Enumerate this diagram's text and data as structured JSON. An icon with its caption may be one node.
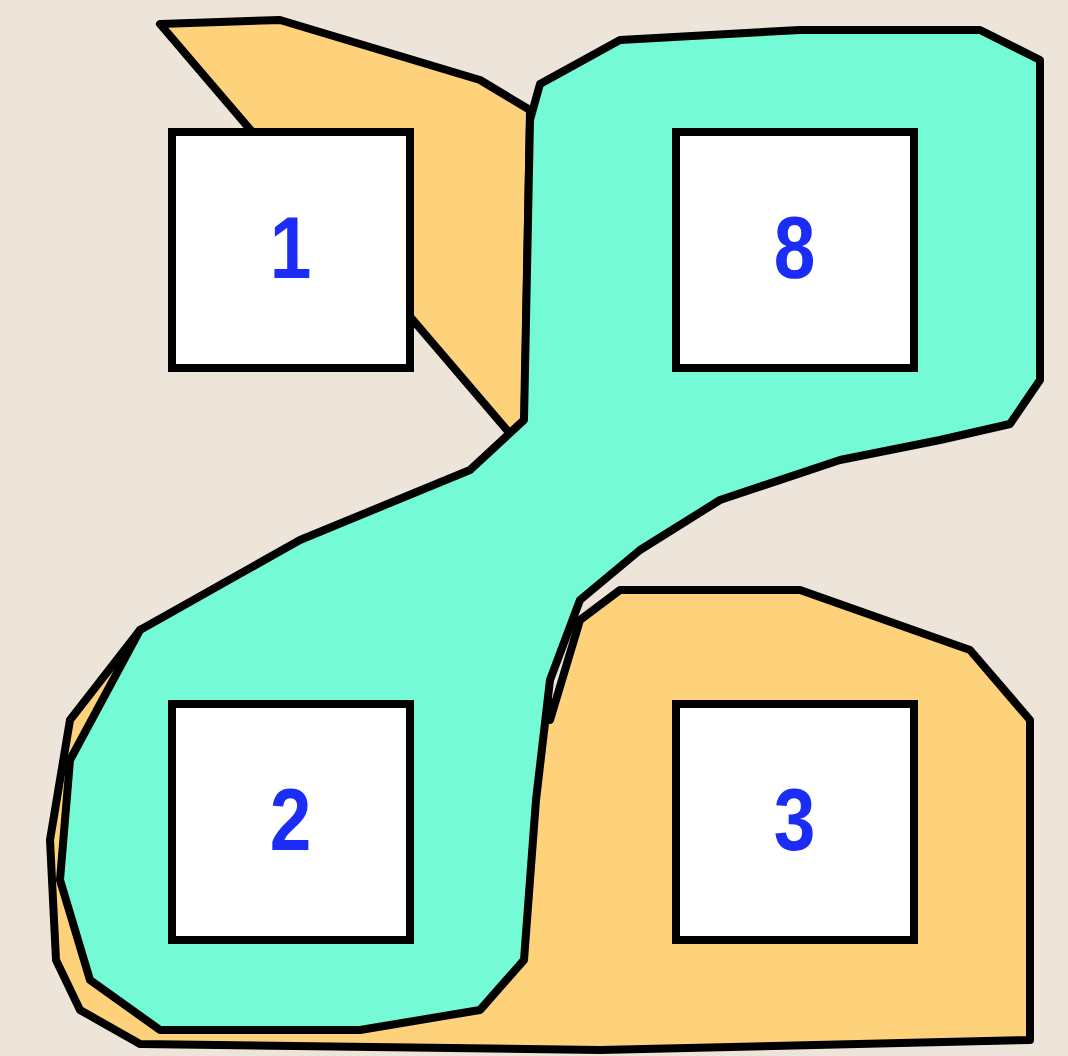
{
  "diagram": {
    "nodes": [
      {
        "text": [
          "1"
        ]
      },
      {
        "text": [
          "8"
        ]
      },
      {
        "text": [
          "2"
        ]
      },
      {
        "text": [
          "3"
        ]
      }
    ]
  }
}
